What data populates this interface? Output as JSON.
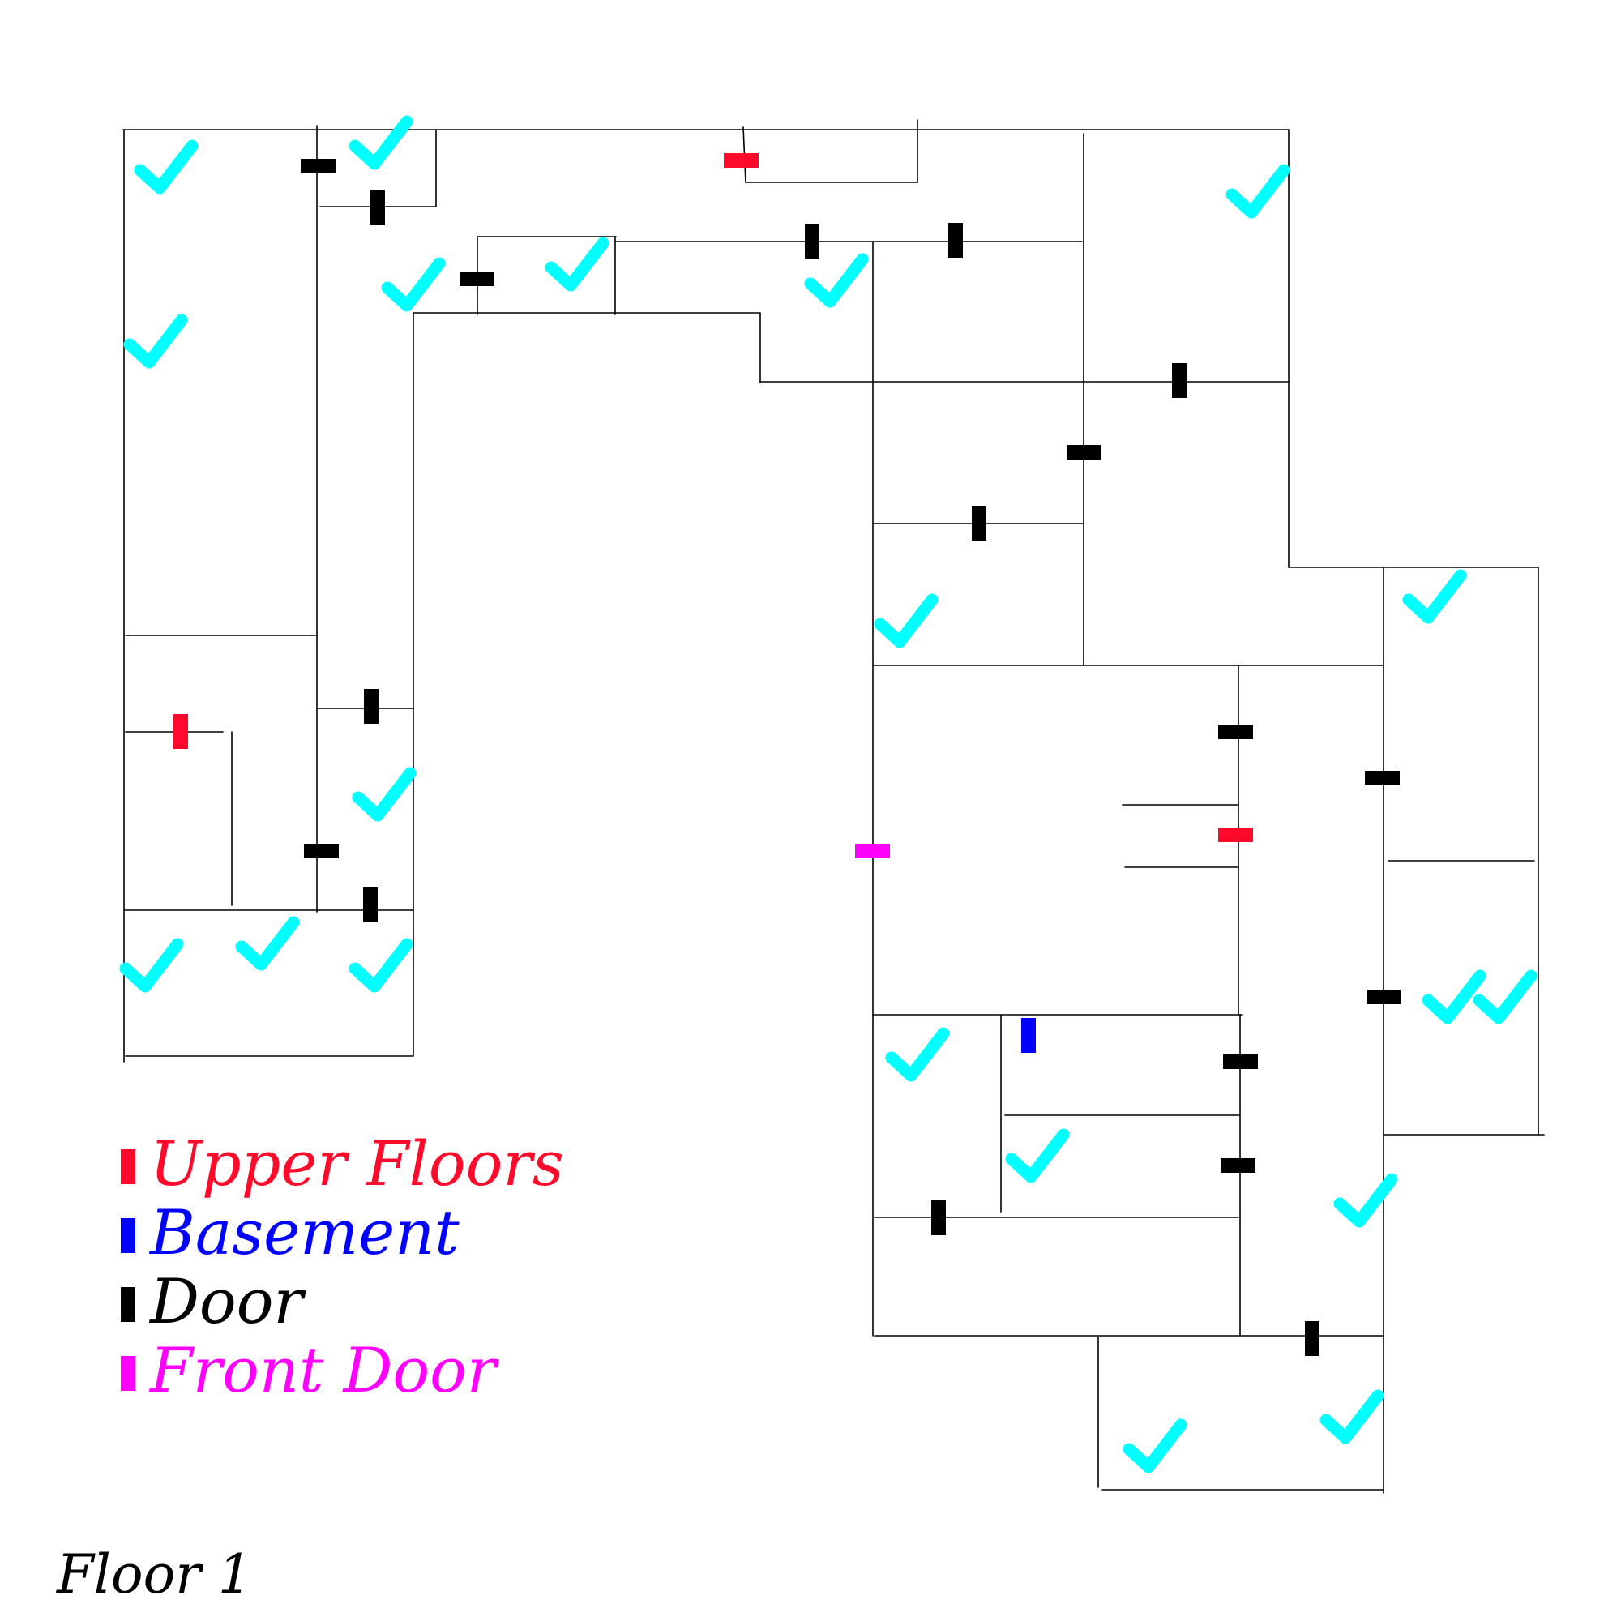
{
  "colors": {
    "upper_floors": "#ff0a2a",
    "basement": "#0000ff",
    "door": "#000000",
    "front_door": "#ff00ff",
    "check": "#00ffff",
    "wall": "#000000"
  },
  "legend": {
    "upper_floors": "Upper Floors",
    "basement": "Basement",
    "door": "Door",
    "front_door": "Front Door"
  },
  "floor_label": "Floor 1",
  "icons": {
    "check": "check-icon",
    "door": "door-marker",
    "stairs_up": "stairs-up-marker",
    "stairs_down": "stairs-down-marker",
    "front_door": "front-door-marker"
  }
}
